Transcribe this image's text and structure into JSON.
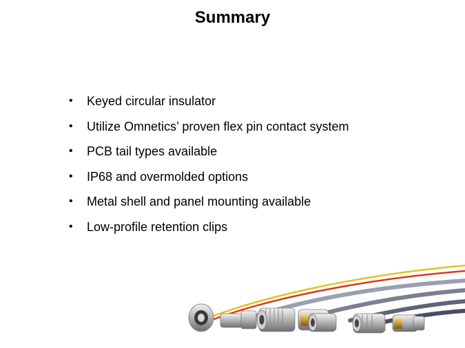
{
  "slide": {
    "title": "Summary",
    "bullet_glyph": "•",
    "bullets": [
      "Keyed circular insulator",
      "Utilize Omnetics’ proven flex pin contact system",
      "PCB tail types available",
      "IP68 and overmolded options",
      "Metal shell and panel mounting available",
      "Low-profile retention clips"
    ]
  },
  "image": {
    "subject": "connector-cables-photo",
    "wire_colors": [
      "#e8c020",
      "#d83a1e",
      "#8a8fa0",
      "#6a6f80",
      "#4a4e60"
    ]
  }
}
